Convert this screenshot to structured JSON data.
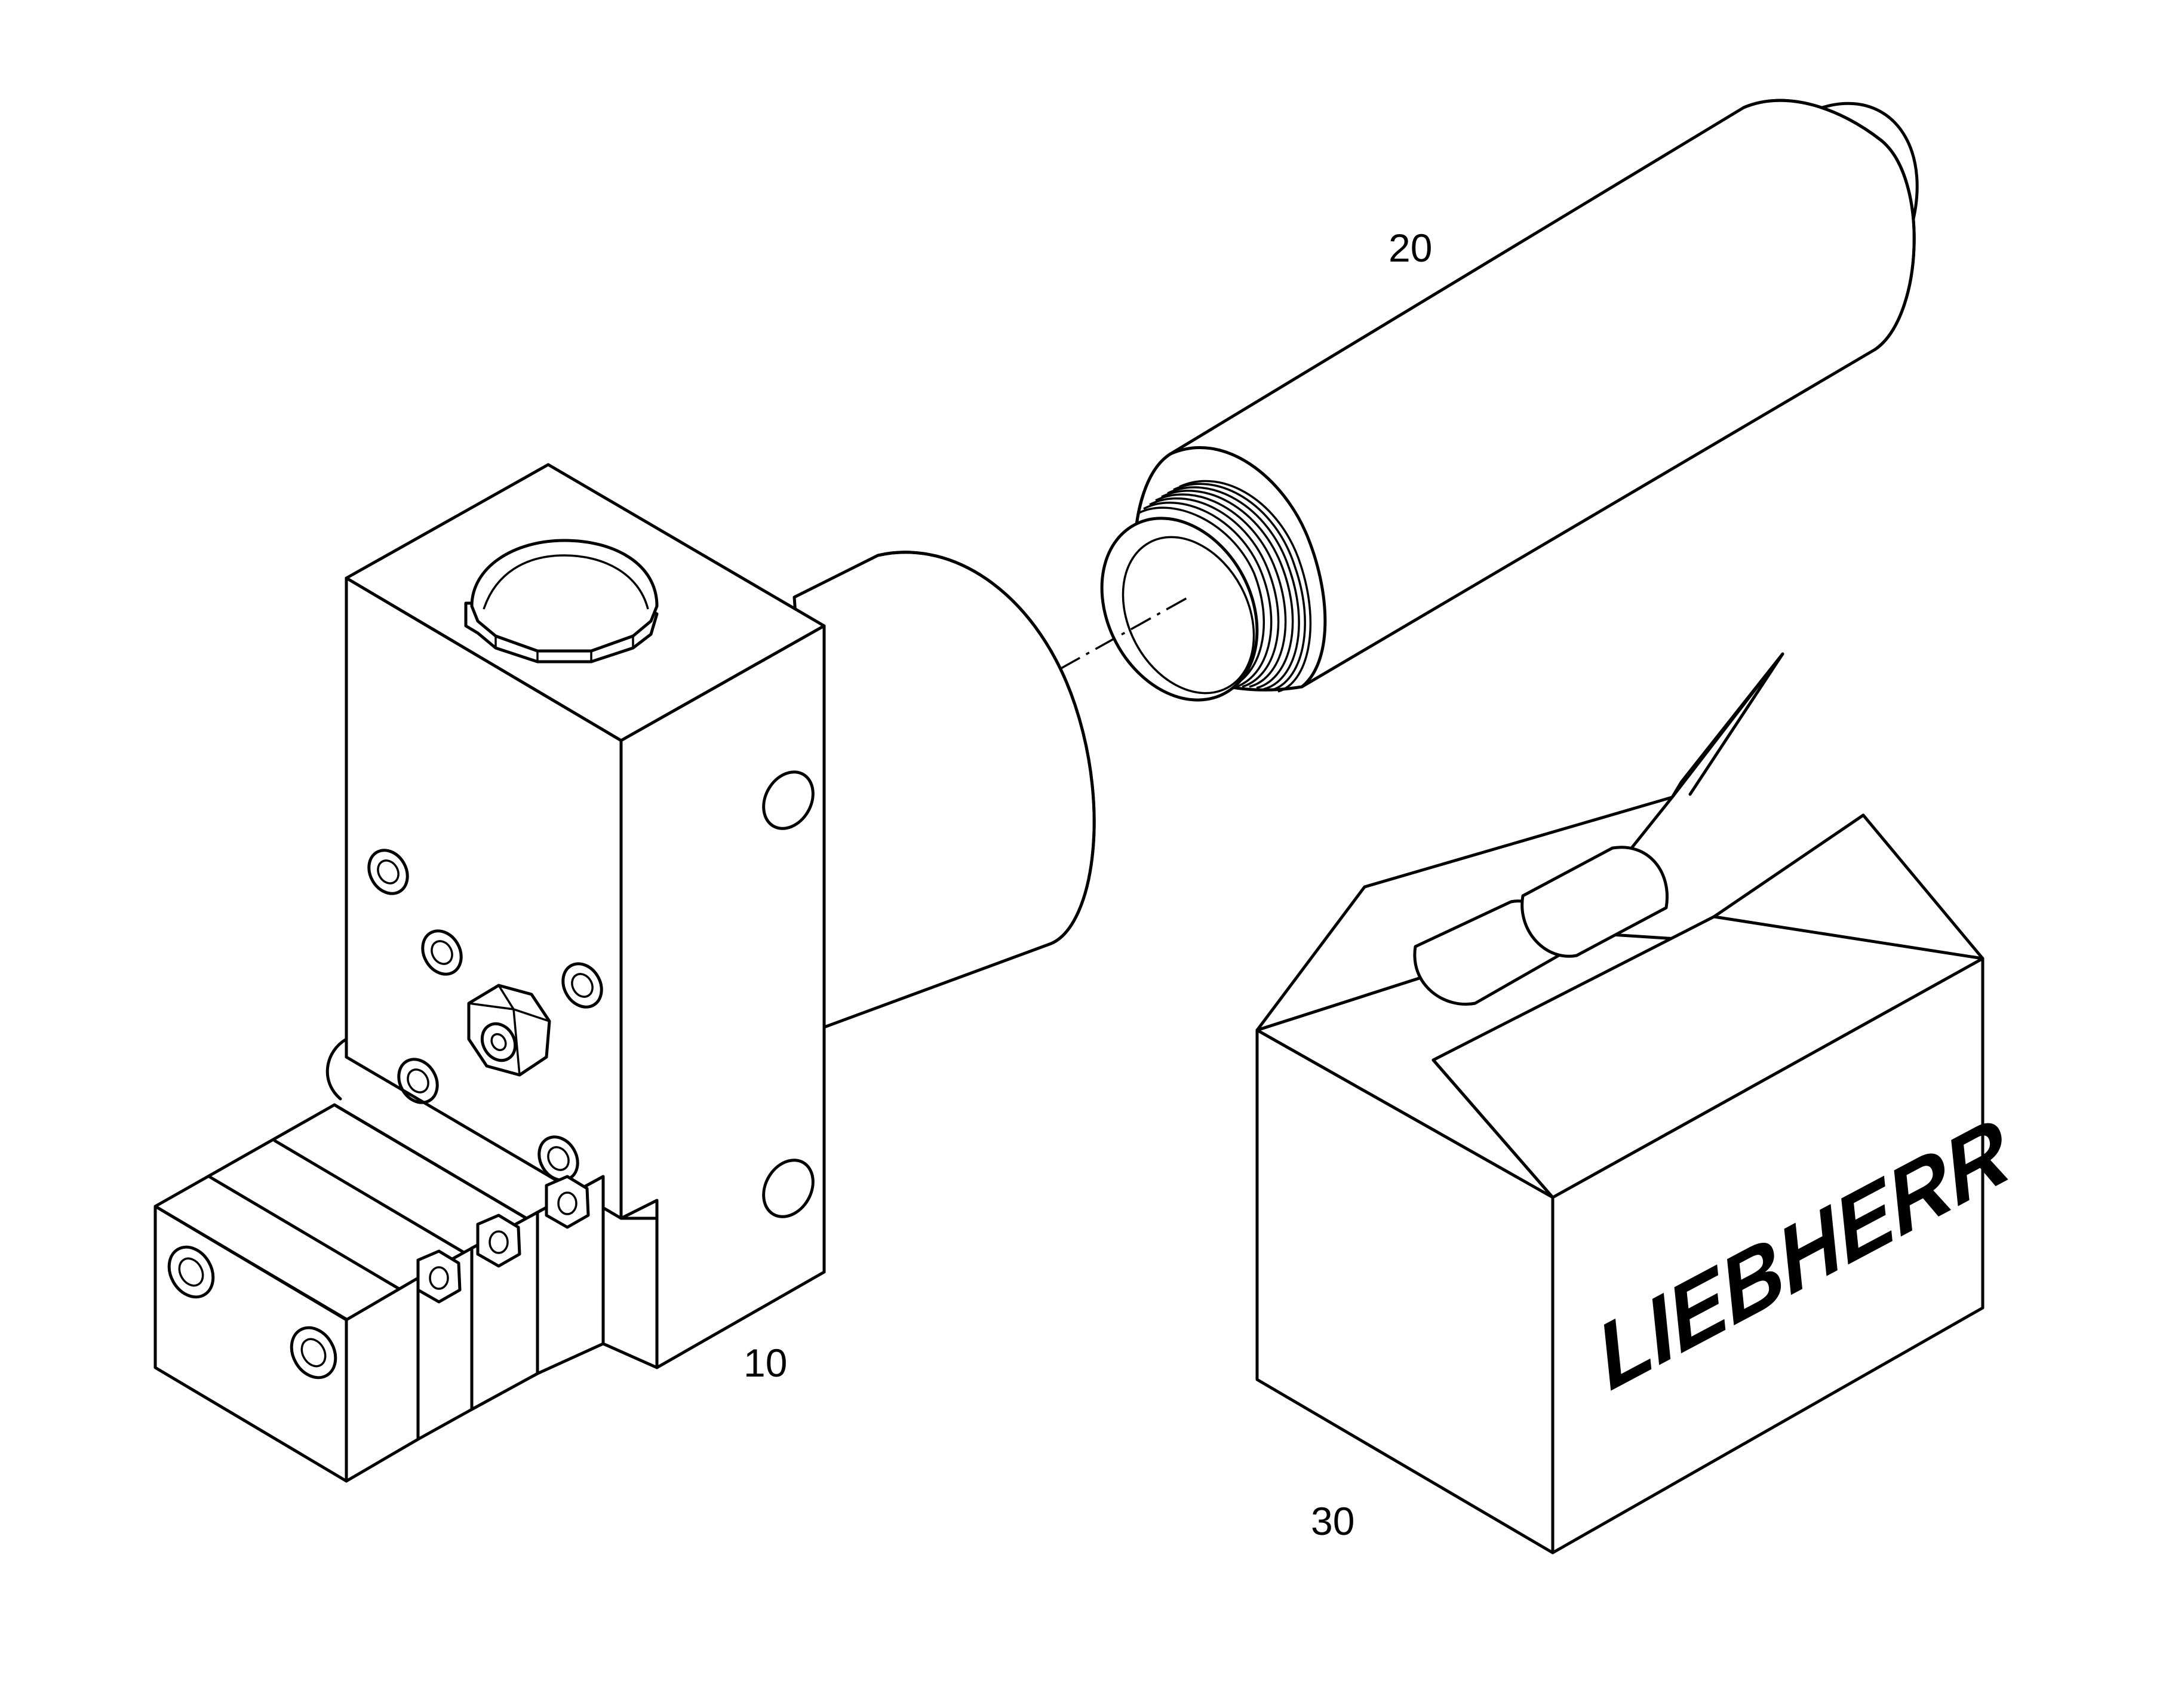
{
  "labels": {
    "valve_block": "10",
    "cylinder": "20",
    "box": "30"
  },
  "box_brand": "LIEBHERR"
}
